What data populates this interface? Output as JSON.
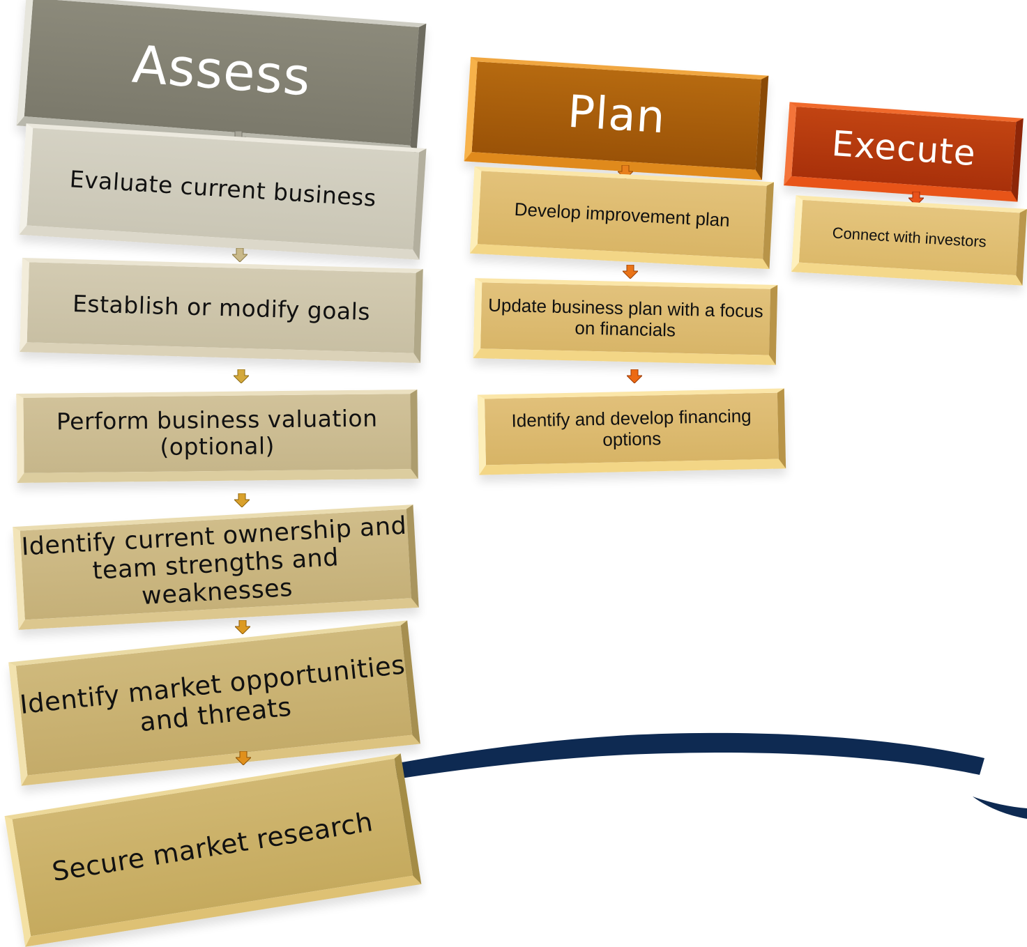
{
  "columns": {
    "assess": {
      "header": "Assess",
      "steps": [
        "Evaluate current business",
        "Establish or modify goals",
        "Perform business valuation (optional)",
        "Identify current ownership and team strengths and weaknesses",
        "Identify market opportunities and threats",
        "Secure market research"
      ]
    },
    "plan": {
      "header": "Plan",
      "steps": [
        "Develop improvement plan",
        "Update business plan with a focus on financials",
        "Identify and develop financing options"
      ]
    },
    "execute": {
      "header": "Execute",
      "steps": [
        "Connect with investors"
      ]
    }
  },
  "colors": {
    "assess_header": "#7b796b",
    "plan_header": "#9a5207",
    "execute_header": "#a8300a",
    "step_gold": "#d8b566",
    "swoosh_navy": "#0e2a52"
  },
  "icons": {
    "arrow": "down-arrow-icon"
  }
}
